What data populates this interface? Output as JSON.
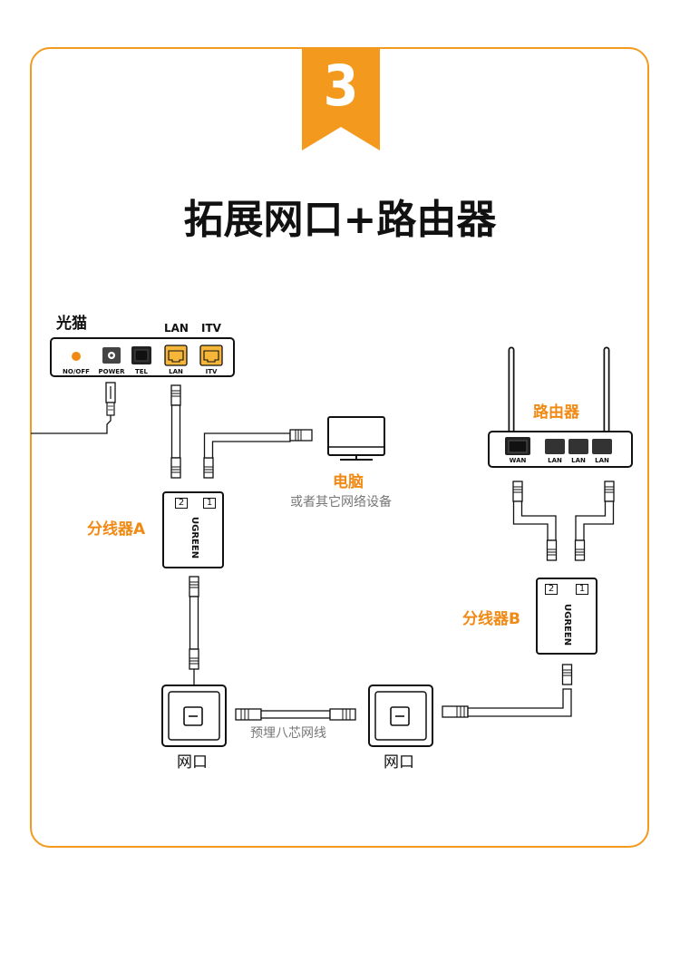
{
  "step": {
    "number": "3",
    "color": "#f39a1e"
  },
  "title": "拓展网口+路由器",
  "modem": {
    "label": "光猫",
    "top_labels": [
      "LAN",
      "ITV"
    ],
    "ports": [
      "NO/OFF",
      "POWER",
      "TEL",
      "LAN",
      "ITV"
    ]
  },
  "computer": {
    "label": "电脑",
    "sublabel": "或者其它网络设备"
  },
  "router": {
    "label": "路由器",
    "ports": [
      "WAN",
      "LAN",
      "LAN",
      "LAN"
    ]
  },
  "splitter_a": {
    "label": "分线器A",
    "brand": "UGREEN",
    "ports": [
      "2",
      "1"
    ]
  },
  "splitter_b": {
    "label": "分线器B",
    "brand": "UGREEN",
    "ports": [
      "2",
      "1"
    ]
  },
  "wall_socket_left": {
    "label": "网口"
  },
  "wall_socket_right": {
    "label": "网口"
  },
  "cable_label": "预埋八芯网线",
  "colors": {
    "accent": "#f39a1e",
    "orange_text": "#f08a14",
    "port_yellow": "#f6b63a",
    "gray_text": "#777777"
  }
}
